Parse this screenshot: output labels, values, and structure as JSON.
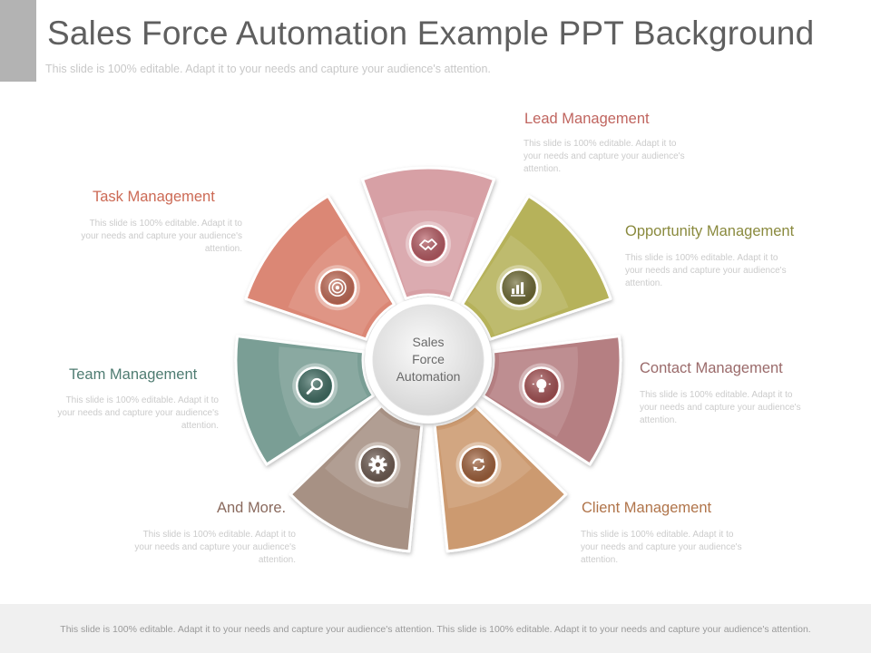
{
  "header": {
    "title": "Sales Force Automation Example PPT Background",
    "subtitle": "This slide is 100% editable. Adapt it to your needs and capture your audience's attention."
  },
  "center": {
    "line1": "Sales",
    "line2": "Force",
    "line3": "Automation"
  },
  "segments": [
    {
      "label": "Lead Management",
      "desc": "This slide is 100% editable. Adapt it to your needs and capture your audience's attention.",
      "color": "#d7a0a5",
      "icon_color": "#b75a62",
      "label_color": "#c0655f",
      "icon": "handshake-icon"
    },
    {
      "label": "Opportunity Management",
      "desc": "This slide is 100% editable. Adapt it to your needs and capture your audience's attention.",
      "color": "#b6b25a",
      "icon_color": "#6e6a33",
      "label_color": "#8a8a3e",
      "icon": "bar-chart-icon"
    },
    {
      "label": "Contact Management",
      "desc": "This slide is 100% editable. Adapt it to your needs and capture your audience's attention.",
      "color": "#b57f82",
      "icon_color": "#a45052",
      "label_color": "#9a6a6a",
      "icon": "lightbulb-icon"
    },
    {
      "label": "Client Management",
      "desc": "This slide is 100% editable. Adapt it to your needs and capture your audience's attention.",
      "color": "#cc9a70",
      "icon_color": "#a0603a",
      "label_color": "#b0744a",
      "icon": "refresh-icon"
    },
    {
      "label": "And More.",
      "desc": "This slide is 100% editable. Adapt it to your needs and capture your audience's attention.",
      "color": "#a79184",
      "icon_color": "#6d5a50",
      "label_color": "#8a6a5e",
      "icon": "gear-icon"
    },
    {
      "label": "Team Management",
      "desc": "This slide is 100% editable. Adapt it to your needs and capture your audience's attention.",
      "color": "#7a9e95",
      "icon_color": "#3f6c62",
      "label_color": "#4f7c72",
      "icon": "search-icon"
    },
    {
      "label": "Task Management",
      "desc": "This slide is 100% editable. Adapt it to your needs and capture your audience's attention.",
      "color": "#db8775",
      "icon_color": "#c26a55",
      "label_color": "#cc6a55",
      "icon": "target-icon"
    }
  ],
  "footer": {
    "text": "This slide is 100% editable. Adapt it to your needs and capture your audience's attention. This slide is 100% editable. Adapt it to your needs and capture your audience's attention."
  }
}
